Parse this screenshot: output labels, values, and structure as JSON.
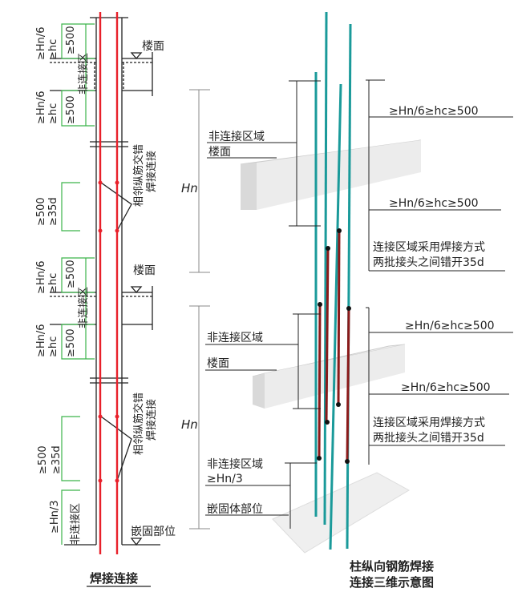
{
  "left": {
    "title": "焊接连接",
    "upper": {
      "hn6_a": "≥Hn/6",
      "hc_a": "≥hc",
      "d500_a": "≥500",
      "nonzone": "非连接区",
      "hn6_b": "≥Hn/6",
      "hc_b": "≥hc",
      "d500_b": "≥500",
      "floor": "楼面"
    },
    "mid": {
      "d500": "≥500",
      "d35": "≥35d",
      "weld1": "相邻纵筋交错",
      "weld2": "焊接连接"
    },
    "lower": {
      "hn6_a": "≥Hn/6",
      "hc_a": "≥hc",
      "d500_a": "≥500",
      "nonzone": "非连接区",
      "hn6_b": "≥Hn/6",
      "hc_b": "≥hc",
      "d500_b": "≥500",
      "floor": "楼面"
    },
    "mid2": {
      "d500": "≥500",
      "d35": "≥35d",
      "weld1": "相邻纵筋交错",
      "weld2": "焊接连接"
    },
    "base": {
      "hn3": "≥Hn/3",
      "nonzone": "非连接区",
      "embed": "嵌固部位"
    }
  },
  "right": {
    "hn_upper": "Hn",
    "hn_lower": "Hn",
    "nonzone1": "非连接区域",
    "floor1": "楼面",
    "dim1": "≥Hn/6≥hc≥500",
    "dim2": "≥Hn/6≥hc≥500",
    "weld_a1": "连接区域采用焊接方式",
    "weld_a2": "两批接头之间错开35d",
    "dim3": "≥Hn/6≥hc≥500",
    "nonzone2": "非连接区域",
    "floor2": "楼面",
    "dim4": "≥Hn/6≥hc≥500",
    "weld_b1": "连接区域采用焊接方式",
    "weld_b2": "两批接头之间错开35d",
    "nonzone3": "非连接区域",
    "hn3": "≥Hn/3",
    "embed": "嵌固体部位",
    "title1": "柱纵向钢筋焊接",
    "title2": "连接三维示意图"
  },
  "colors": {
    "rebar": "#e8202a",
    "dim": "#3cb44b",
    "teal": "#1a9a9a",
    "dark_rebar": "#8b1a1a"
  }
}
